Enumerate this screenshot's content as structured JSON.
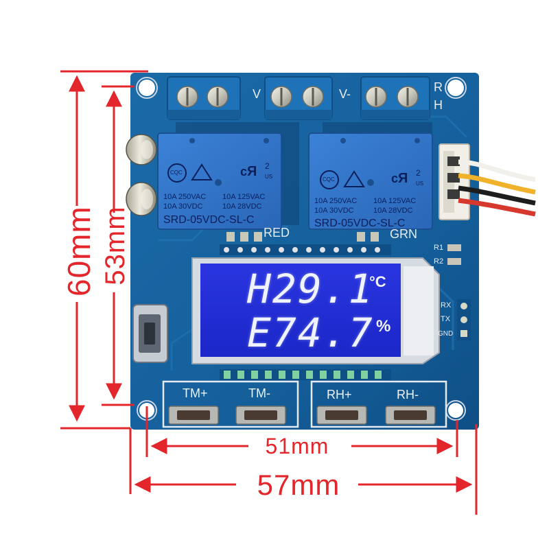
{
  "dimensions": {
    "height_outer": "60mm",
    "height_inner": "53mm",
    "width_inner": "51mm",
    "width_outer": "57mm"
  },
  "board_labels": {
    "v_plus": "V",
    "v_minus": "V-",
    "rh_r": "R",
    "rh_h": "H",
    "red": "RED",
    "grn": "GRN",
    "r1": "R1",
    "r2": "R2",
    "rx": "RX",
    "tx": "TX",
    "gnd": "GND"
  },
  "relays": [
    {
      "cert": "CQC",
      "ratings_left": [
        "10A 250VAC",
        "10A 30VDC"
      ],
      "ratings_right": [
        "10A 125VAC",
        "10A 28VDC"
      ],
      "model": "SRD-05VDC-SL-C",
      "mark": "2",
      "us": "US"
    },
    {
      "cert": "CQC",
      "ratings_left": [
        "10A 250VAC",
        "10A 30VDC"
      ],
      "ratings_right": [
        "10A 125VAC",
        "10A 28VDC"
      ],
      "model": "SRD-05VDC-SL-C",
      "mark": "2",
      "us": "US"
    }
  ],
  "lcd": {
    "line1": "H29.1",
    "line1_unit": "°C",
    "line2": "E74.7",
    "line2_unit": "%"
  },
  "buttons": [
    {
      "label": "TM+"
    },
    {
      "label": "TM-"
    },
    {
      "label": "RH+"
    },
    {
      "label": "RH-"
    }
  ],
  "colors": {
    "pcb": "#17619c",
    "annotation": "#e3262b",
    "lcd": "#1f2fd8",
    "relay": "#2f73c9",
    "terminal": "#1e73b8"
  }
}
